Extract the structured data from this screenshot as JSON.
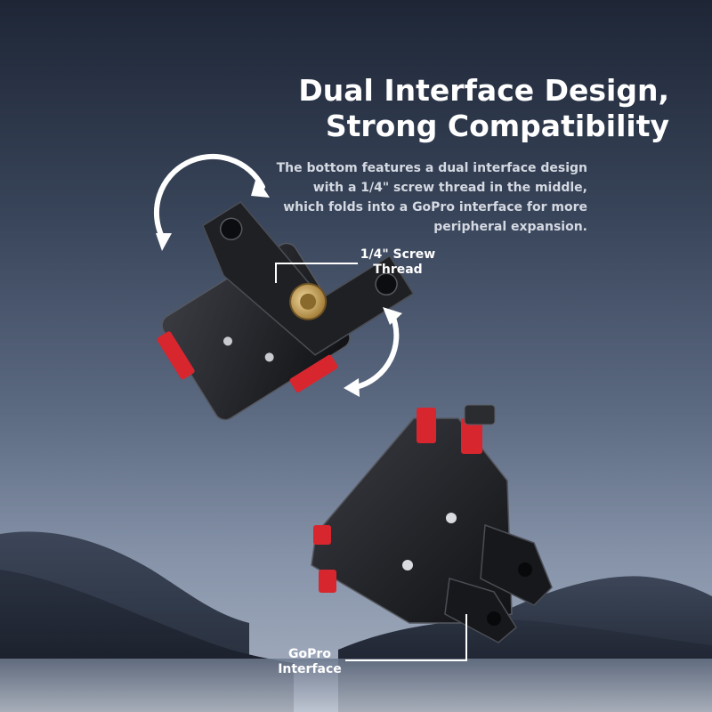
{
  "headline": {
    "line1": "Dual Interface Design,",
    "line2": "Strong Compatibility"
  },
  "description": {
    "line1": "The bottom features a dual interface design",
    "line2": "with a 1/4\" screw thread in the middle,",
    "line3": "which folds into a GoPro interface for more",
    "line4": "peripheral expansion."
  },
  "callouts": {
    "screw_thread": {
      "line1": "1/4\" Screw",
      "line2": "Thread"
    },
    "gopro_interface": {
      "line1": "GoPro",
      "line2": "Interface"
    }
  },
  "colors": {
    "text_primary": "#ffffff",
    "text_secondary": "#d4d9e2",
    "accent_red": "#d8262f",
    "body_dark": "#1b1c1f",
    "brass": "#c9a55a"
  }
}
